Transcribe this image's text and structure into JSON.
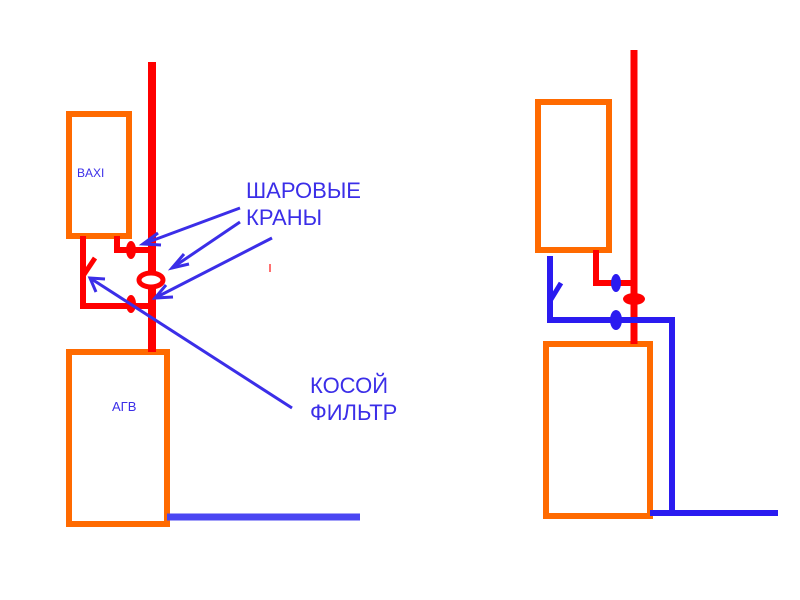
{
  "colors": {
    "hot_pipe": "#ff0000",
    "cold_pipe": "#2a1bf0",
    "boiler_outline": "#ff6a00",
    "return_pipe": "#4a46f2",
    "label_text": "#3b2ee8"
  },
  "labels": {
    "baxi": "BAXI",
    "agv": "АГВ",
    "ball_valves_line1": "ШАРОВЫЕ",
    "ball_valves_line2": "КРАНЫ",
    "filter_line1": "КОСОЙ",
    "filter_line2": "ФИЛЬТР"
  }
}
